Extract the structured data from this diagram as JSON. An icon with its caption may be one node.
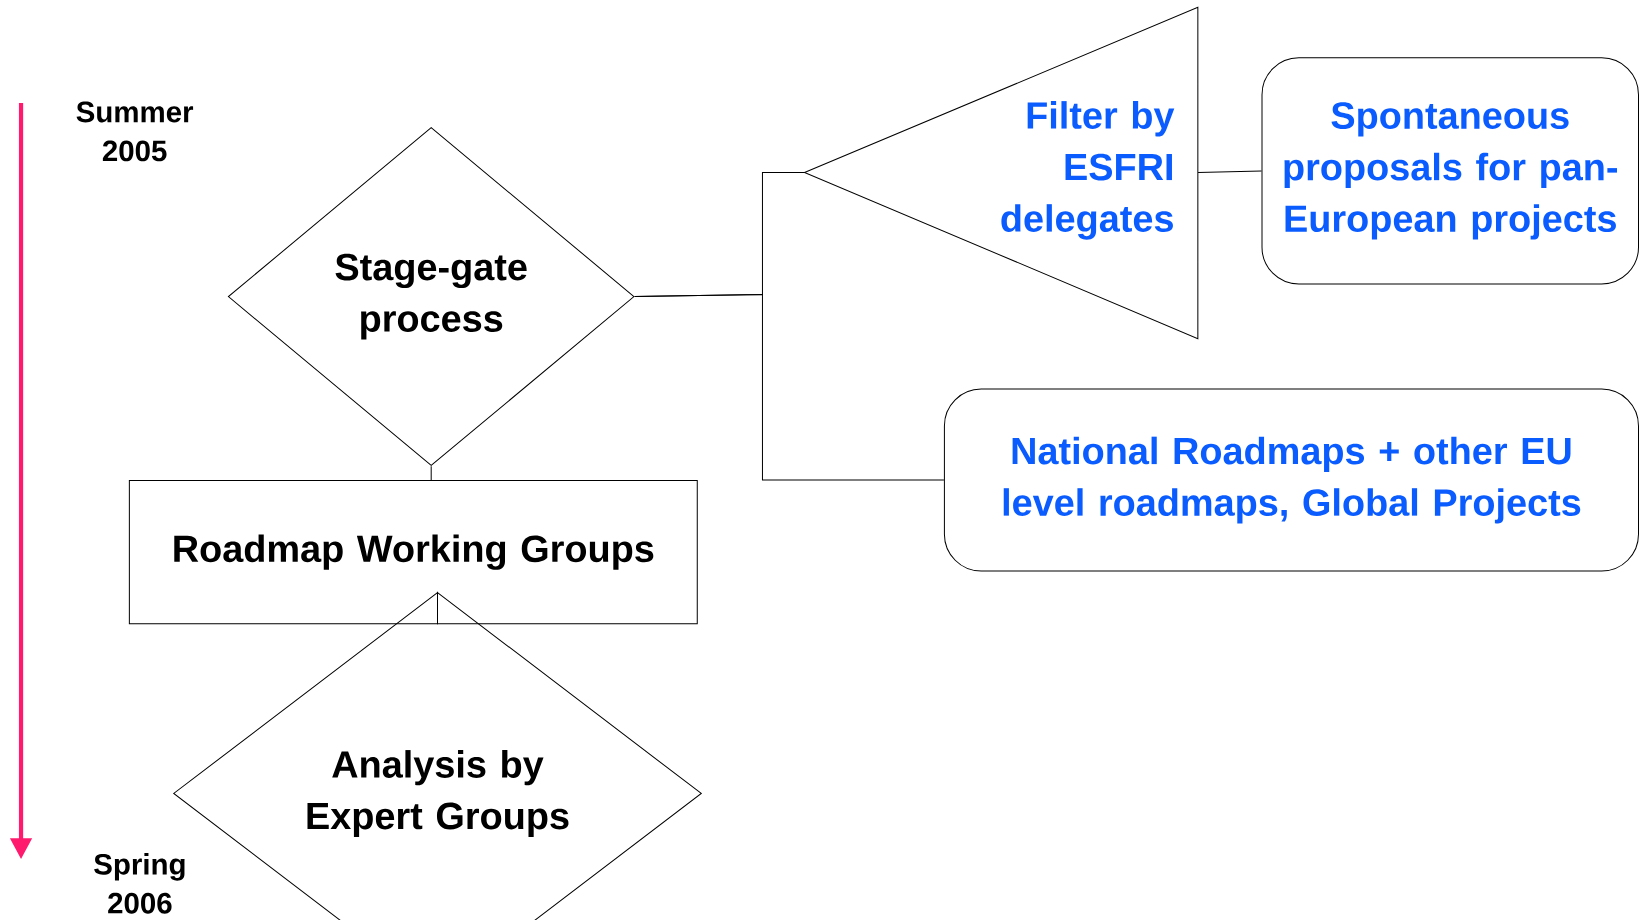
{
  "diagram": {
    "nodes": [
      {
        "text": [
          "Stage-gate process"
        ]
      },
      {
        "text": [
          "Filter by ESFRI delegates"
        ]
      },
      {
        "text": [
          "Spontaneous proposals for pan-European projects"
        ]
      },
      {
        "text": [
          "National Roadmaps + other EU level roadmaps, Global Projects"
        ]
      },
      {
        "text": [
          "Roadmap Working Groups"
        ]
      },
      {
        "text": [
          "Analysis by Expert Groups"
        ]
      }
    ],
    "edges": [
      {
        "from": 0,
        "to": 4,
        "arrow": "none"
      },
      {
        "from": 4,
        "to": 5,
        "arrow": "none"
      },
      {
        "from": 0,
        "to": 1,
        "arrow": "none"
      },
      {
        "from": 0,
        "to": 3,
        "arrow": "none"
      },
      {
        "from": 1,
        "to": 2,
        "arrow": "none"
      }
    ],
    "labels": [
      "Summer 2005",
      "Spring 2006"
    ]
  }
}
